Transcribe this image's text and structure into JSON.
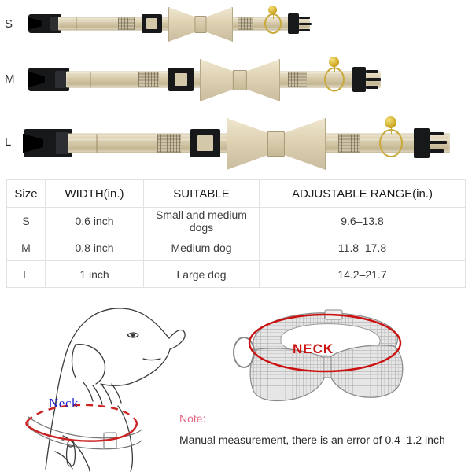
{
  "products": [
    {
      "size_label": "S",
      "name": "dog-collar-small",
      "bell": "gold-bell",
      "parts": [
        "side-release-buckle",
        "plaid-webbing",
        "slide-adjuster",
        "bow-tie",
        "gold-bell",
        "d-ring",
        "buckle-receiver"
      ]
    },
    {
      "size_label": "M",
      "name": "dog-collar-medium",
      "bell": "gold-bell",
      "parts": [
        "side-release-buckle",
        "plaid-webbing",
        "slide-adjuster",
        "bow-tie",
        "gold-bell",
        "d-ring",
        "buckle-receiver"
      ]
    },
    {
      "size_label": "L",
      "name": "dog-collar-large",
      "bell": "gold-bell",
      "parts": [
        "side-release-buckle",
        "plaid-webbing",
        "slide-adjuster",
        "bow-tie",
        "gold-bell",
        "d-ring",
        "buckle-receiver"
      ]
    }
  ],
  "size_table": {
    "headers": [
      "Size",
      "WIDTH(in.)",
      "SUITABLE",
      "ADJUSTABLE RANGE(in.)"
    ],
    "rows": [
      [
        "S",
        "0.6 inch",
        "Small and medium dogs",
        "9.6–13.8"
      ],
      [
        "M",
        "0.8 inch",
        "Medium dog",
        "11.8–17.8"
      ],
      [
        "L",
        "1 inch",
        "Large dog",
        "14.2–21.7"
      ]
    ]
  },
  "diagrams": {
    "dog": {
      "name": "dog-neck-measurement-diagram",
      "label": "Neck",
      "label_color": "#2222cc",
      "guide_color": "#cc2222"
    },
    "collar": {
      "name": "collar-neck-measurement-diagram",
      "label": "NECK",
      "label_color": "#cc1111",
      "guide_color": "#cc1111"
    }
  },
  "note": {
    "title": "Note:",
    "title_color": "#e26a86",
    "text": "Manual measurement, there is an error of 0.4–1.2 inch"
  },
  "colors": {
    "webbing": "#d6cbb0",
    "hardware_black": "#17181a",
    "hardware_gold": "#c8a93a",
    "table_border": "#e2e2e2",
    "background": "#ffffff"
  }
}
